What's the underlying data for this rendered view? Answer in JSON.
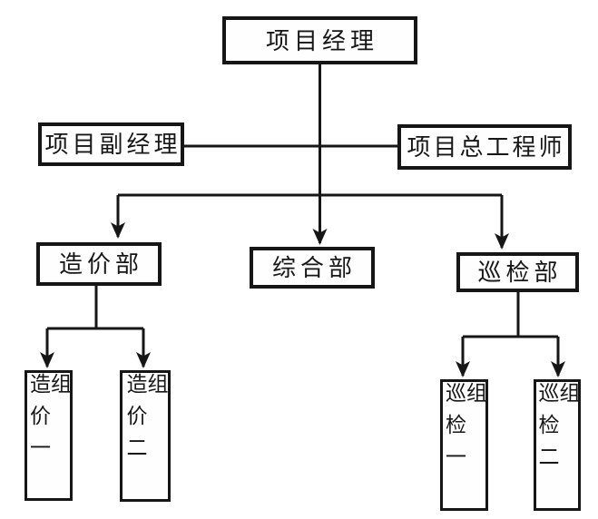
{
  "diagram": {
    "type": "org-chart",
    "background_color": "#ffffff",
    "line_color": "#161616",
    "box_border_color": "#161616",
    "text_color": "#161616",
    "nodes": {
      "project_manager": {
        "label": "项目经理"
      },
      "deputy_manager": {
        "label": "项目副经理"
      },
      "chief_engineer": {
        "label": "项目总工程师"
      },
      "cost_dept": {
        "label": "造价部"
      },
      "general_dept": {
        "label": "综合部"
      },
      "inspection_dept": {
        "label": "巡检部"
      },
      "cost_group_1": {
        "label": "造价一组"
      },
      "cost_group_2": {
        "label": "造价二组"
      },
      "inspection_group_1": {
        "label": "巡检一组"
      },
      "inspection_group_2": {
        "label": "巡检二组"
      }
    },
    "edges": [
      {
        "from": "项目经理",
        "to": "项目副经理",
        "arrow": false
      },
      {
        "from": "项目经理",
        "to": "项目总工程师",
        "arrow": false
      },
      {
        "from": "项目经理",
        "to": "造价部",
        "arrow": true
      },
      {
        "from": "项目经理",
        "to": "综合部",
        "arrow": true
      },
      {
        "from": "项目经理",
        "to": "巡检部",
        "arrow": true
      },
      {
        "from": "造价部",
        "to": "造价一组",
        "arrow": true
      },
      {
        "from": "造价部",
        "to": "造价二组",
        "arrow": true
      },
      {
        "from": "巡检部",
        "to": "巡检一组",
        "arrow": true
      },
      {
        "from": "巡检部",
        "to": "巡检二组",
        "arrow": true
      }
    ]
  }
}
